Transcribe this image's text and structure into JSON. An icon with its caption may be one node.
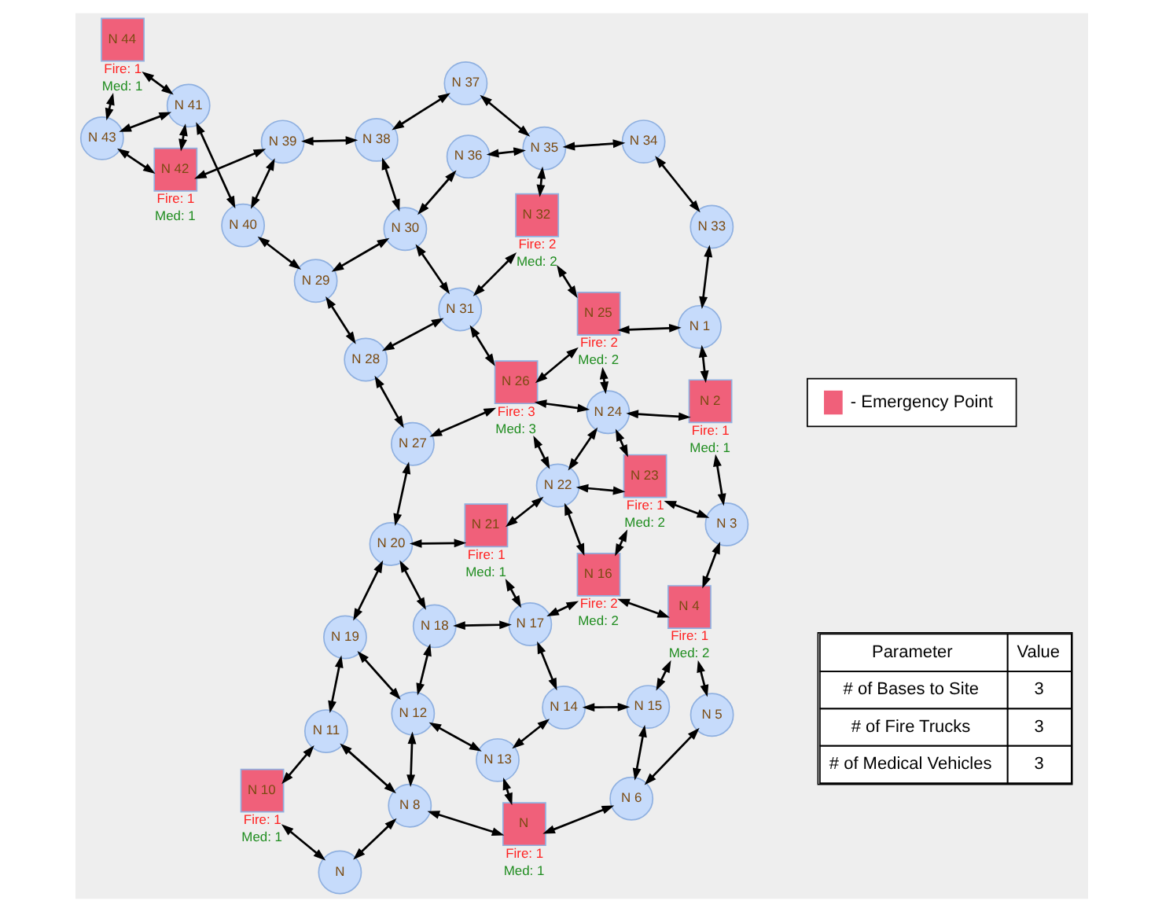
{
  "diagram": {
    "nodes": [
      {
        "text": [
          "N 1"
        ]
      },
      {
        "text": [
          "N 2"
        ],
        "beside": [
          "Fire: 1",
          "Med: 1"
        ]
      },
      {
        "text": [
          "N 3"
        ]
      },
      {
        "text": [
          "N 4"
        ],
        "beside": [
          "Fire: 1",
          "Med: 2"
        ]
      },
      {
        "text": [
          "N 5"
        ]
      },
      {
        "text": [
          "N 6"
        ]
      },
      {
        "text": [
          "N"
        ],
        "beside": [
          "Fire: 1",
          "Med: 1"
        ]
      },
      {
        "text": [
          "N 8"
        ]
      },
      {
        "text": [
          "N"
        ]
      },
      {
        "text": [
          "N 10"
        ],
        "beside": [
          "Fire: 1",
          "Med: 1"
        ]
      },
      {
        "text": [
          "N 11"
        ]
      },
      {
        "text": [
          "N 12"
        ]
      },
      {
        "text": [
          "N 13"
        ]
      },
      {
        "text": [
          "N 14"
        ]
      },
      {
        "text": [
          "N 15"
        ]
      },
      {
        "text": [
          "N 16"
        ],
        "beside": [
          "Fire: 2",
          "Med: 2"
        ]
      },
      {
        "text": [
          "N 17"
        ]
      },
      {
        "text": [
          "N 18"
        ]
      },
      {
        "text": [
          "N 19"
        ]
      },
      {
        "text": [
          "N 20"
        ]
      },
      {
        "text": [
          "N 21"
        ],
        "beside": [
          "Fire: 1",
          "Med: 1"
        ]
      },
      {
        "text": [
          "N 22"
        ]
      },
      {
        "text": [
          "N 23"
        ],
        "beside": [
          "Fire: 1",
          "Med: 2"
        ]
      },
      {
        "text": [
          "N 24"
        ]
      },
      {
        "text": [
          "N 25"
        ],
        "beside": [
          "Fire: 2",
          "Med: 2"
        ]
      },
      {
        "text": [
          "N 26"
        ],
        "beside": [
          "Fire: 3",
          "Med: 3"
        ]
      },
      {
        "text": [
          "N 27"
        ]
      },
      {
        "text": [
          "N 28"
        ]
      },
      {
        "text": [
          "N 29"
        ]
      },
      {
        "text": [
          "N 30"
        ]
      },
      {
        "text": [
          "N 31"
        ]
      },
      {
        "text": [
          "N 32"
        ],
        "beside": [
          "Fire: 2",
          "Med: 2"
        ]
      },
      {
        "text": [
          "N 33"
        ]
      },
      {
        "text": [
          "N 34"
        ]
      },
      {
        "text": [
          "N 35"
        ]
      },
      {
        "text": [
          "N 36"
        ]
      },
      {
        "text": [
          "N 37"
        ]
      },
      {
        "text": [
          "N 38"
        ]
      },
      {
        "text": [
          "N 39"
        ]
      },
      {
        "text": [
          "N 40"
        ]
      },
      {
        "text": [
          "N 41"
        ]
      },
      {
        "text": [
          "N 42"
        ],
        "beside": [
          "Fire: 1",
          "Med: 1"
        ]
      },
      {
        "text": [
          "N 43"
        ]
      },
      {
        "text": [
          "N 44"
        ],
        "beside": [
          "Fire: 1",
          "Med: 1"
        ]
      }
    ],
    "edges": [
      {
        "from": 0,
        "to": 32,
        "arrow": "both"
      },
      {
        "from": 0,
        "to": 1,
        "arrow": "both"
      },
      {
        "from": 0,
        "to": 24,
        "arrow": "both"
      },
      {
        "from": 1,
        "to": 2,
        "arrow": "both"
      },
      {
        "from": 1,
        "to": 23,
        "arrow": "both"
      },
      {
        "from": 2,
        "to": 22,
        "arrow": "both"
      },
      {
        "from": 2,
        "to": 3,
        "arrow": "both"
      },
      {
        "from": 3,
        "to": 4,
        "arrow": "both"
      },
      {
        "from": 3,
        "to": 15,
        "arrow": "both"
      },
      {
        "from": 3,
        "to": 14,
        "arrow": "both"
      },
      {
        "from": 4,
        "to": 5,
        "arrow": "both"
      },
      {
        "from": 5,
        "to": 14,
        "arrow": "both"
      },
      {
        "from": 5,
        "to": 6,
        "arrow": "both"
      },
      {
        "from": 23,
        "to": 22,
        "arrow": "both"
      },
      {
        "from": 22,
        "to": 15,
        "arrow": "both"
      },
      {
        "from": 22,
        "to": 21,
        "arrow": "both"
      },
      {
        "from": 15,
        "to": 21,
        "arrow": "both"
      },
      {
        "from": 15,
        "to": 16,
        "arrow": "both"
      },
      {
        "from": 23,
        "to": 21,
        "arrow": "both"
      },
      {
        "from": 23,
        "to": 24,
        "arrow": "both"
      },
      {
        "from": 23,
        "to": 25,
        "arrow": "both"
      },
      {
        "from": 24,
        "to": 31,
        "arrow": "both"
      },
      {
        "from": 24,
        "to": 25,
        "arrow": "both"
      },
      {
        "from": 31,
        "to": 34,
        "arrow": "both"
      },
      {
        "from": 31,
        "to": 30,
        "arrow": "both"
      },
      {
        "from": 25,
        "to": 30,
        "arrow": "both"
      },
      {
        "from": 25,
        "to": 26,
        "arrow": "both"
      },
      {
        "from": 25,
        "to": 21,
        "arrow": "both"
      },
      {
        "from": 21,
        "to": 20,
        "arrow": "both"
      },
      {
        "from": 20,
        "to": 16,
        "arrow": "both"
      },
      {
        "from": 20,
        "to": 19,
        "arrow": "both"
      },
      {
        "from": 16,
        "to": 13,
        "arrow": "both"
      },
      {
        "from": 16,
        "to": 17,
        "arrow": "both"
      },
      {
        "from": 13,
        "to": 14,
        "arrow": "both"
      },
      {
        "from": 13,
        "to": 12,
        "arrow": "both"
      },
      {
        "from": 12,
        "to": 6,
        "arrow": "both"
      },
      {
        "from": 12,
        "to": 11,
        "arrow": "both"
      },
      {
        "from": 6,
        "to": 7,
        "arrow": "both"
      },
      {
        "from": 17,
        "to": 19,
        "arrow": "both"
      },
      {
        "from": 17,
        "to": 11,
        "arrow": "both"
      },
      {
        "from": 11,
        "to": 7,
        "arrow": "both"
      },
      {
        "from": 11,
        "to": 18,
        "arrow": "both"
      },
      {
        "from": 19,
        "to": 18,
        "arrow": "both"
      },
      {
        "from": 19,
        "to": 26,
        "arrow": "both"
      },
      {
        "from": 18,
        "to": 10,
        "arrow": "both"
      },
      {
        "from": 10,
        "to": 7,
        "arrow": "both"
      },
      {
        "from": 10,
        "to": 9,
        "arrow": "both"
      },
      {
        "from": 9,
        "to": 8,
        "arrow": "both"
      },
      {
        "from": 8,
        "to": 7,
        "arrow": "both"
      },
      {
        "from": 32,
        "to": 33,
        "arrow": "both"
      },
      {
        "from": 33,
        "to": 34,
        "arrow": "both"
      },
      {
        "from": 34,
        "to": 36,
        "arrow": "both"
      },
      {
        "from": 34,
        "to": 35,
        "arrow": "both"
      },
      {
        "from": 36,
        "to": 37,
        "arrow": "both"
      },
      {
        "from": 35,
        "to": 29,
        "arrow": "both"
      },
      {
        "from": 37,
        "to": 29,
        "arrow": "both"
      },
      {
        "from": 30,
        "to": 29,
        "arrow": "both"
      },
      {
        "from": 30,
        "to": 27,
        "arrow": "both"
      },
      {
        "from": 27,
        "to": 26,
        "arrow": "both"
      },
      {
        "from": 27,
        "to": 28,
        "arrow": "both"
      },
      {
        "from": 29,
        "to": 28,
        "arrow": "both"
      },
      {
        "from": 37,
        "to": 38,
        "arrow": "both"
      },
      {
        "from": 38,
        "to": 41,
        "arrow": "both"
      },
      {
        "from": 38,
        "to": 39,
        "arrow": "both"
      },
      {
        "from": 28,
        "to": 39,
        "arrow": "both"
      },
      {
        "from": 39,
        "to": 40,
        "arrow": "both"
      },
      {
        "from": 41,
        "to": 40,
        "arrow": "both"
      },
      {
        "from": 41,
        "to": 42,
        "arrow": "both"
      },
      {
        "from": 40,
        "to": 42,
        "arrow": "both"
      },
      {
        "from": 40,
        "to": 43,
        "arrow": "both"
      },
      {
        "from": 42,
        "to": 43,
        "arrow": "both"
      }
    ],
    "labels": [
      "Parameter",
      "Value",
      "# of Bases to Site",
      "3",
      "# of Fire Trucks",
      "3",
      "# of Medical Vehicles",
      "3"
    ],
    "legend": [
      {
        "text": "- Emergency Point",
        "color": "#f0607a"
      }
    ]
  }
}
